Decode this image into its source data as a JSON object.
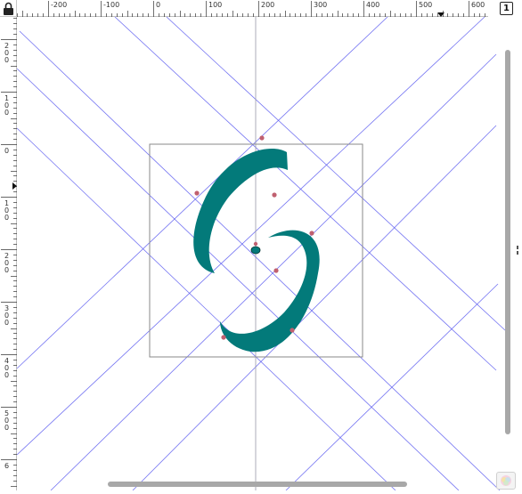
{
  "hruler": {
    "labels": [
      "-200",
      "-100",
      "0",
      "100",
      "200",
      "300",
      "400",
      "500",
      "600"
    ]
  },
  "vruler": {
    "labels": [
      "200",
      "100",
      "0",
      "100",
      "200",
      "300",
      "400",
      "500",
      "6"
    ]
  },
  "zoom": {
    "label": "1"
  },
  "colors": {
    "guide": "#5b5bf0",
    "shape": "#037a7a",
    "node": "#c06070",
    "page_border": "#8a8a8a"
  }
}
